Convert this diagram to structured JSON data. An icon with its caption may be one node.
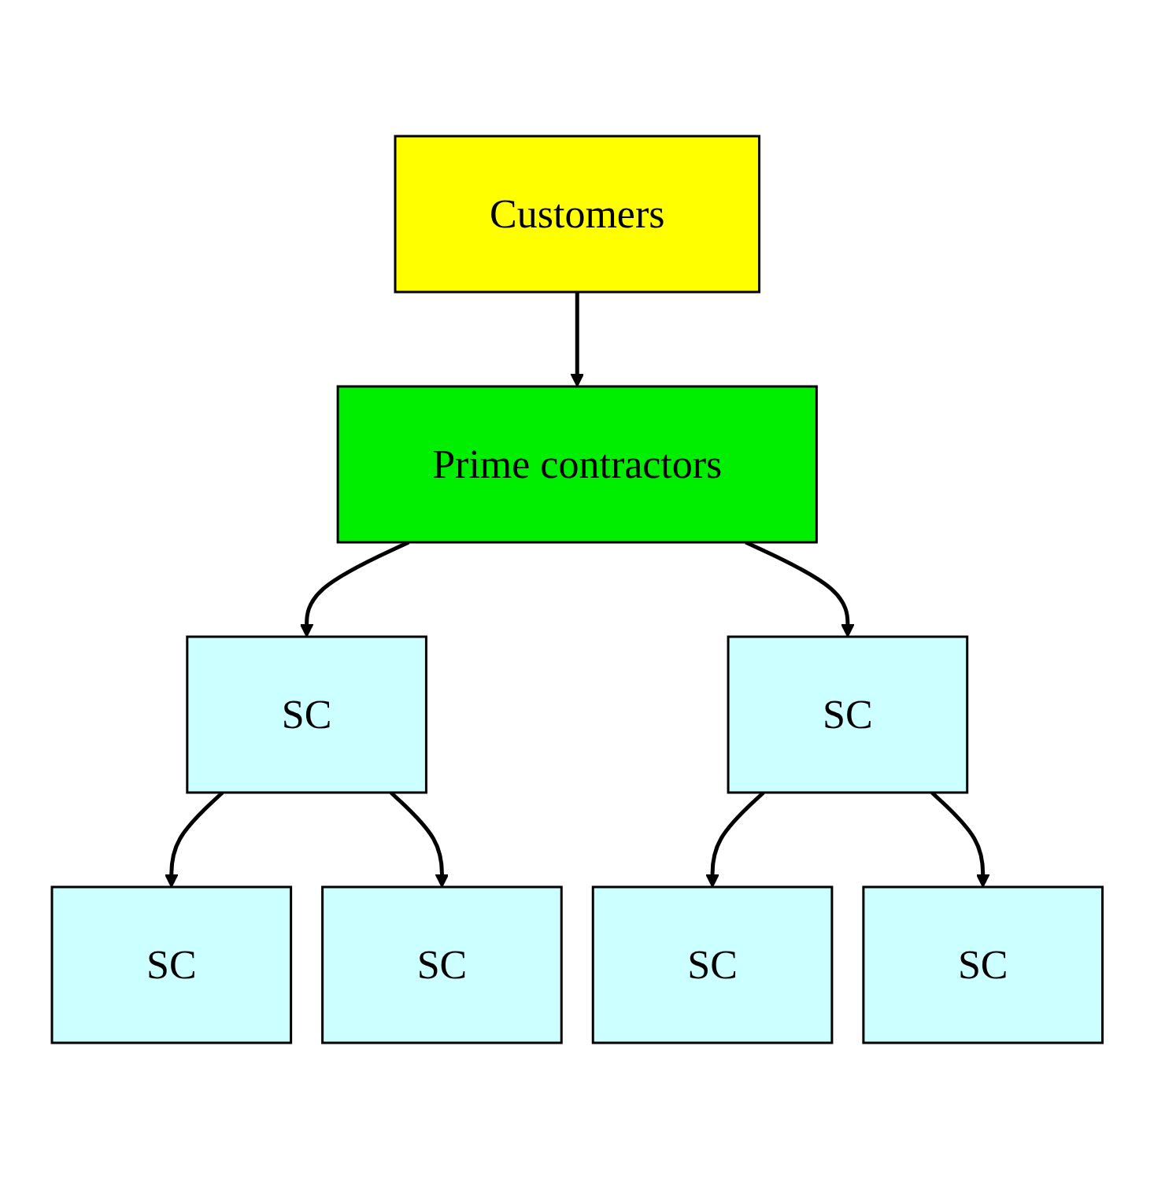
{
  "diagram": {
    "nodes": [
      {
        "text": [
          "Customers"
        ]
      },
      {
        "text": [
          "Prime contractors"
        ]
      },
      {
        "text": [
          "SC"
        ]
      },
      {
        "text": [
          "SC"
        ]
      },
      {
        "text": [
          "SC"
        ]
      },
      {
        "text": [
          "SC"
        ]
      },
      {
        "text": [
          "SC"
        ]
      },
      {
        "text": [
          "SC"
        ]
      }
    ],
    "edges": [
      {
        "from": 0,
        "to": 1,
        "arrow": "to"
      },
      {
        "from": 1,
        "to": 2,
        "arrow": "to"
      },
      {
        "from": 1,
        "to": 3,
        "arrow": "to"
      },
      {
        "from": 2,
        "to": 4,
        "arrow": "to"
      },
      {
        "from": 2,
        "to": 5,
        "arrow": "to"
      },
      {
        "from": 3,
        "to": 6,
        "arrow": "to"
      },
      {
        "from": 3,
        "to": 7,
        "arrow": "to"
      }
    ]
  }
}
